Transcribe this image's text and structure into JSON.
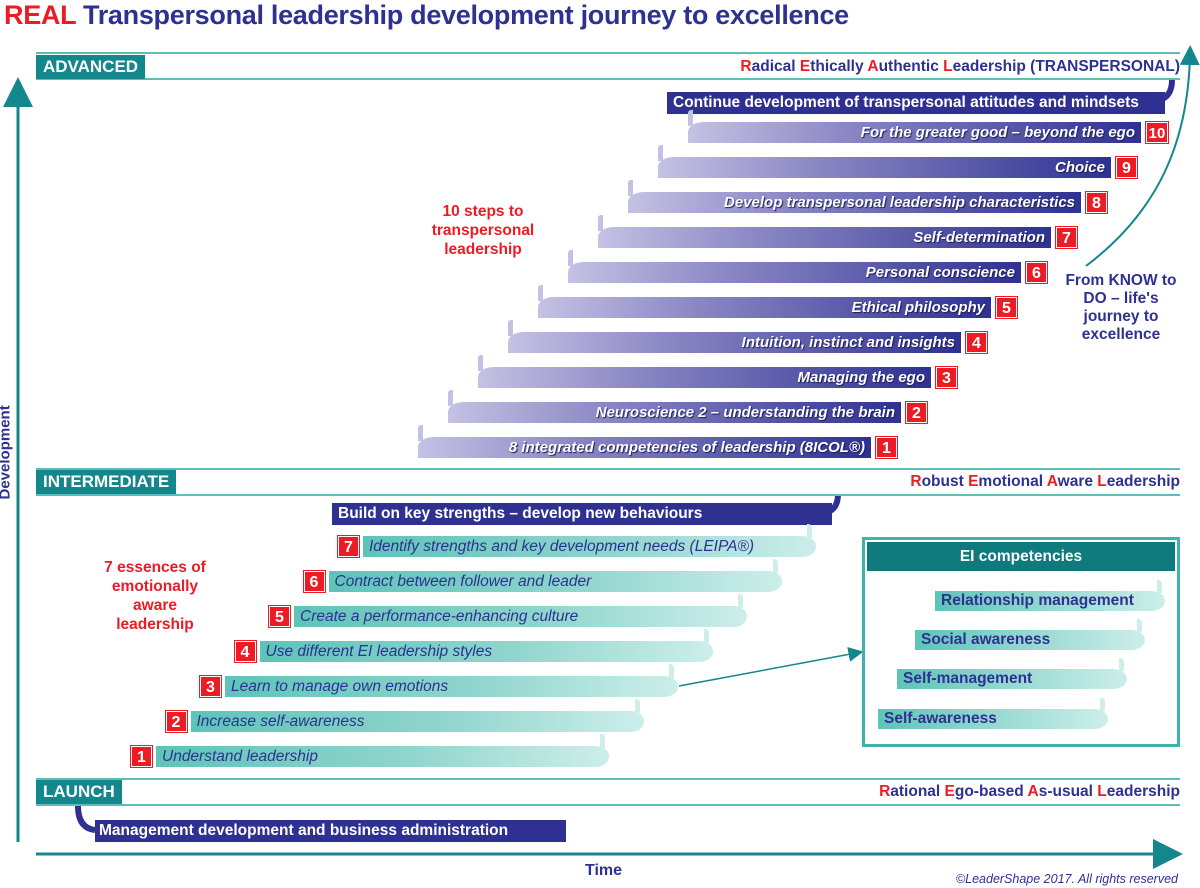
{
  "title": {
    "prefix": "REAL",
    "rest": " Transpersonal leadership development journey to excellence"
  },
  "colors": {
    "navy": "#2e3192",
    "red": "#ed1c24",
    "teal": "#13878c",
    "light_teal": "#5ec4b8"
  },
  "sections": {
    "advanced": {
      "label": "ADVANCED",
      "right": [
        {
          "i": "R",
          "t": "adical "
        },
        {
          "i": "E",
          "t": "thically "
        },
        {
          "i": "A",
          "t": "uthentic "
        },
        {
          "i": "L",
          "t": "eadership (TRANSPERSONAL)"
        }
      ]
    },
    "intermediate": {
      "label": "INTERMEDIATE",
      "right": [
        {
          "i": "R",
          "t": "obust "
        },
        {
          "i": "E",
          "t": "motional "
        },
        {
          "i": "A",
          "t": "ware "
        },
        {
          "i": "L",
          "t": "eadership"
        }
      ]
    },
    "launch": {
      "label": "LAUNCH",
      "right": [
        {
          "i": "R",
          "t": "ational "
        },
        {
          "i": "E",
          "t": "go-based "
        },
        {
          "i": "A",
          "t": "s-usual "
        },
        {
          "i": "L",
          "t": "eadership"
        }
      ]
    }
  },
  "advanced": {
    "top": "Continue development of transpersonal attitudes and mindsets",
    "caption": "10 steps to transpersonal leadership",
    "steps": [
      {
        "n": "1",
        "t": "8 integrated competencies of leadership (8ICOL®)"
      },
      {
        "n": "2",
        "t": "Neuroscience 2 – understanding the brain"
      },
      {
        "n": "3",
        "t": "Managing the ego"
      },
      {
        "n": "4",
        "t": "Intuition, instinct and insights"
      },
      {
        "n": "5",
        "t": "Ethical philosophy"
      },
      {
        "n": "6",
        "t": "Personal conscience"
      },
      {
        "n": "7",
        "t": "Self-determination"
      },
      {
        "n": "8",
        "t": "Develop transpersonal leadership characteristics"
      },
      {
        "n": "9",
        "t": "Choice"
      },
      {
        "n": "10",
        "t": "For the greater good – beyond the ego"
      }
    ]
  },
  "intermediate": {
    "top": "Build on key strengths – develop new behaviours",
    "caption": "7 essences of emotionally aware leadership",
    "steps": [
      {
        "n": "1",
        "t": "Understand leadership"
      },
      {
        "n": "2",
        "t": "Increase self-awareness"
      },
      {
        "n": "3",
        "t": "Learn to manage own emotions"
      },
      {
        "n": "4",
        "t": "Use different EI leadership styles"
      },
      {
        "n": "5",
        "t": "Create a performance-enhancing culture"
      },
      {
        "n": "6",
        "t": "Contract between follower and leader"
      },
      {
        "n": "7",
        "t": "Identify strengths and key development needs (LEIPA®)"
      }
    ],
    "ei": {
      "title": "EI competencies",
      "items": [
        "Relationship management",
        "Social awareness",
        "Self-management",
        "Self-awareness"
      ]
    }
  },
  "launch": {
    "bar": "Management development and business administration"
  },
  "know": "From KNOW to DO – life's journey to excellence",
  "axes": {
    "y": "Development",
    "x": "Time"
  },
  "copyright": "©LeaderShape 2017. All rights reserved"
}
